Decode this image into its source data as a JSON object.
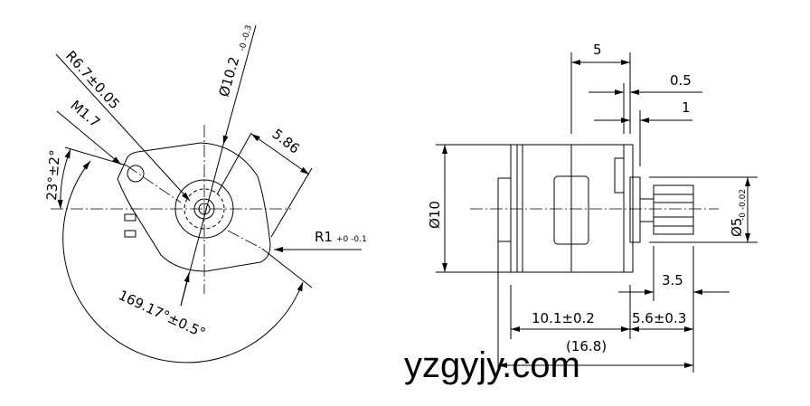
{
  "front_view": {
    "r_label": "R6.7±0.05",
    "dia_label": "Ø10.2",
    "dia_tol": "-0 -0.3",
    "thread_label": "M1.7",
    "angle_label": "23°±2°",
    "width_label": "5.86",
    "corner_label": "R1",
    "corner_tol": "+0 -0.1",
    "arc_label": "169.17°±0.5°"
  },
  "side_view": {
    "dia_body": "Ø10",
    "dim_5": "5",
    "dim_05": "0.5",
    "dim_1": "1",
    "dia_shaft": "Ø5",
    "dia_shaft_tol": "-0 -0.02",
    "dim_35": "3.5",
    "dim_101": "10.1±0.2",
    "dim_56": "5.6±0.3",
    "dim_168": "(16.8)"
  },
  "watermark": "yzgyjy.com"
}
